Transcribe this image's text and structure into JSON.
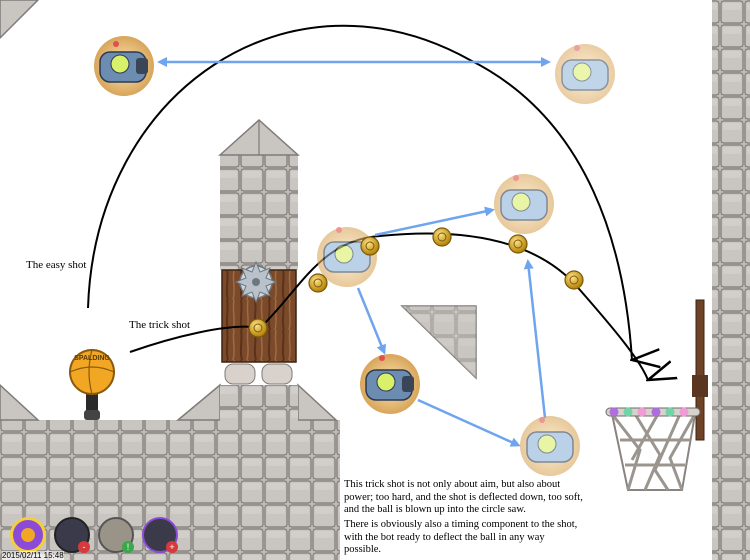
{
  "labels": {
    "easy_shot": "The easy shot",
    "trick_shot": "The trick shot"
  },
  "notes": {
    "paragraph1": "This trick shot is not only about aim, but also about power; too hard, and the shot is deflected down, too soft, and the ball is blown up into the circle saw.",
    "paragraph2": "There is obviously also a timing component to the shot, with the bot ready to deflect the ball in any way possible."
  },
  "ball": {
    "brand": "SPALDING"
  },
  "toolbar": {
    "items": [
      {
        "name": "ball-tool",
        "color": "#8c4bd6",
        "badge": ""
      },
      {
        "name": "bot-tool",
        "color": "#3a3a4a",
        "badge": "-"
      },
      {
        "name": "stone-tool",
        "color": "#9a9488",
        "badge": "!"
      },
      {
        "name": "robot-tool",
        "color": "#3a3a4a",
        "badge": "+"
      }
    ]
  },
  "timestamp": "2015/02/11 15:48",
  "colors": {
    "stone": "#bdb8b3",
    "stone_dark": "#8d8884",
    "arrow_blue": "#6fa5ee",
    "arrow_black": "#000000",
    "coin": "#d9a621",
    "wood": "#7b4a2a"
  }
}
